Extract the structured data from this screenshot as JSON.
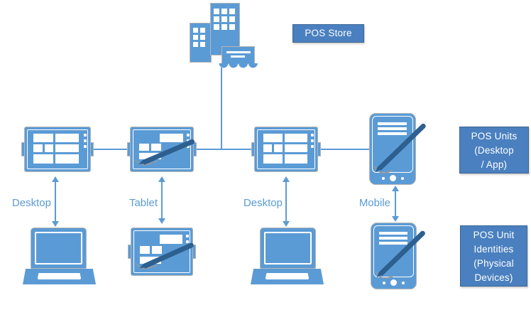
{
  "colors": {
    "primary": "#5B9BD5",
    "pen": "#2D5F8F",
    "box_fill": "#4A80BF",
    "box_border": "#3A6593",
    "box_text": "#FFFFFF",
    "label_text": "#5B9BD5",
    "icon_outline": "#B5B5B5",
    "squiggle": "#999999",
    "background": "#FFFFFF"
  },
  "store": {
    "label": "POS Store"
  },
  "group_labels": {
    "units": {
      "lines": [
        "POS Units",
        "(Desktop",
        "/ App)"
      ]
    },
    "identities": {
      "lines": [
        "POS Unit",
        "Identities",
        "(Physical",
        "Devices)"
      ]
    }
  },
  "connection_labels": [
    "Desktop",
    "Tablet",
    "Desktop",
    "Mobile"
  ],
  "icons": {
    "store": "store-building-with-receipt",
    "top_row": [
      "pos-terminal",
      "tablet-with-stylus",
      "pos-terminal",
      "mobile-with-stylus"
    ],
    "bottom_row": [
      "laptop",
      "tablet-with-stylus",
      "laptop",
      "mobile-with-stylus"
    ]
  }
}
